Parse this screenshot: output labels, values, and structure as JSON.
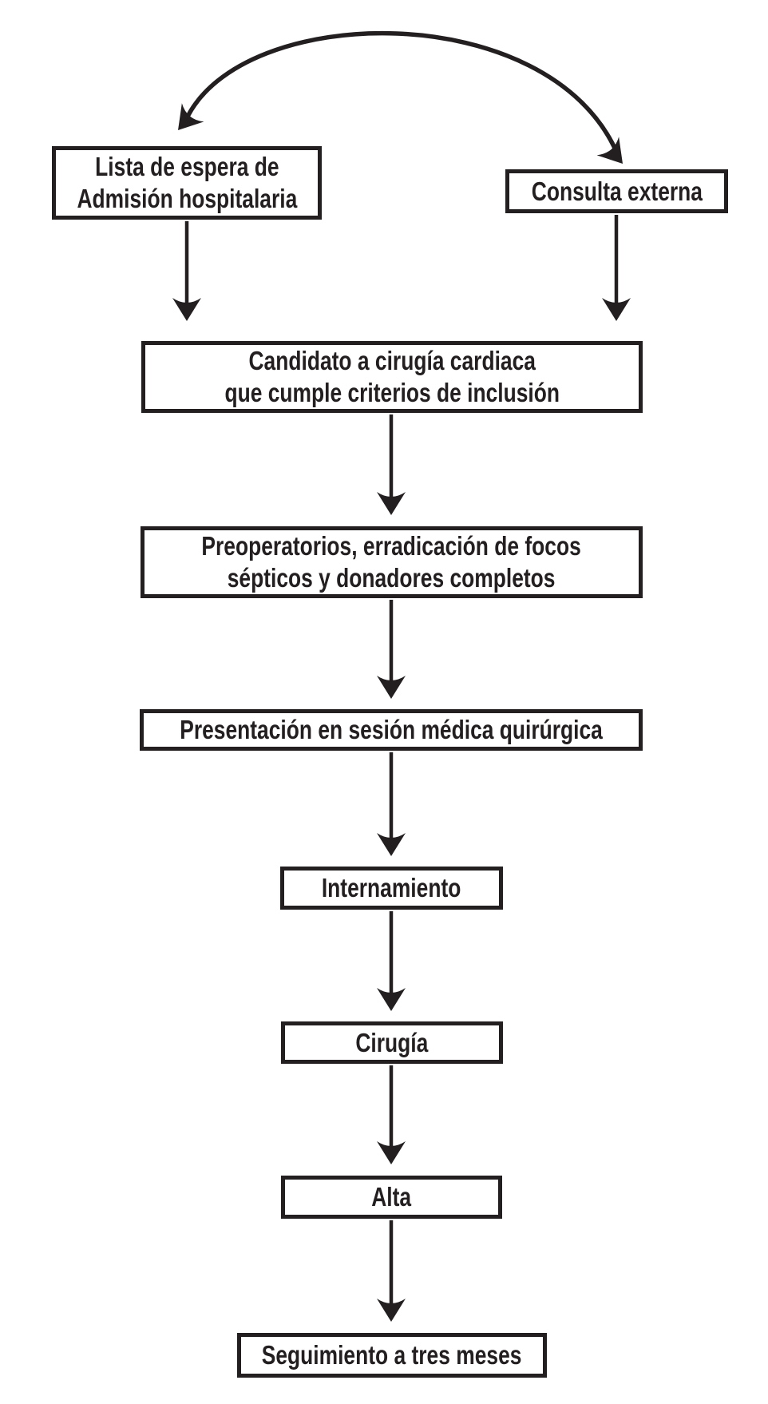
{
  "diagram": {
    "colors": {
      "ink": "#231f20",
      "background": "#ffffff"
    },
    "nodes": [
      {
        "id": "lista-espera",
        "label": "Lista de espera de\nAdmisión hospitalaria"
      },
      {
        "id": "consulta-externa",
        "label": "Consulta externa"
      },
      {
        "id": "candidato",
        "label": "Candidato a cirugía cardiaca\nque cumple criterios de inclusión"
      },
      {
        "id": "preoperatorios",
        "label": "Preoperatorios, erradicación de focos\nsépticos y donadores completos"
      },
      {
        "id": "presentacion",
        "label": "Presentación en sesión médica quirúrgica"
      },
      {
        "id": "internamiento",
        "label": "Internamiento"
      },
      {
        "id": "cirugia",
        "label": "Cirugía"
      },
      {
        "id": "alta",
        "label": "Alta"
      },
      {
        "id": "seguimiento",
        "label": "Seguimiento a tres meses"
      }
    ],
    "edges": [
      {
        "from": "lista-espera",
        "to": "consulta-externa",
        "type": "curved-bidirectional"
      },
      {
        "from": "lista-espera",
        "to": "candidato",
        "type": "arrow-down"
      },
      {
        "from": "consulta-externa",
        "to": "candidato",
        "type": "arrow-down"
      },
      {
        "from": "candidato",
        "to": "preoperatorios",
        "type": "arrow-down"
      },
      {
        "from": "preoperatorios",
        "to": "presentacion",
        "type": "arrow-down"
      },
      {
        "from": "presentacion",
        "to": "internamiento",
        "type": "arrow-down"
      },
      {
        "from": "internamiento",
        "to": "cirugia",
        "type": "arrow-down"
      },
      {
        "from": "cirugia",
        "to": "alta",
        "type": "arrow-down"
      },
      {
        "from": "alta",
        "to": "seguimiento",
        "type": "arrow-down"
      }
    ]
  }
}
